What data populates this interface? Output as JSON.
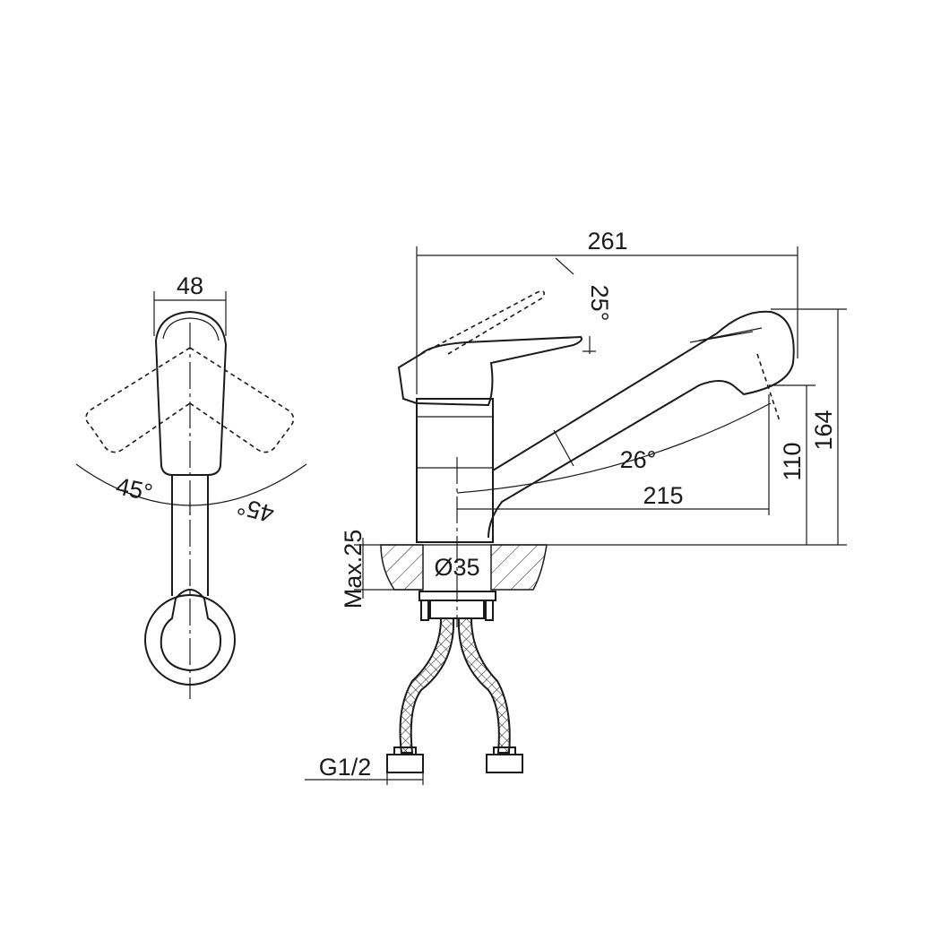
{
  "drawing": {
    "top_view": {
      "width_label": "48",
      "angle_left_label": "45°",
      "angle_right_label": "45°"
    },
    "side_view": {
      "overall_length_label": "261",
      "handle_angle_label": "25°",
      "spout_angle_label": "26°",
      "spout_reach_label": "215",
      "spout_height_label": "110",
      "overall_height_label": "164",
      "deck_thickness_label": "Max.25",
      "hole_diameter_label": "Ø35",
      "connection_label": "G1/2"
    }
  }
}
